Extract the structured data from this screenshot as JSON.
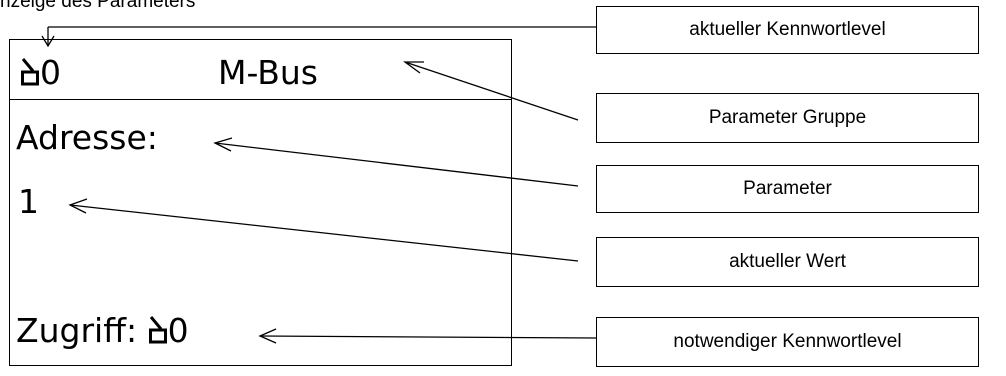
{
  "caption": "nzeige des Parameters",
  "display": {
    "password_level": "0",
    "group": "M-Bus",
    "parameter": "Adresse:",
    "value": "1",
    "access_label": "Zugriff:",
    "access_level": "0",
    "lock_icon": "padlock-open-icon"
  },
  "labels": [
    "aktueller Kennwortlevel",
    "Parameter Gruppe",
    "Parameter",
    "aktueller Wert",
    "notwendiger Kennwortlevel"
  ]
}
